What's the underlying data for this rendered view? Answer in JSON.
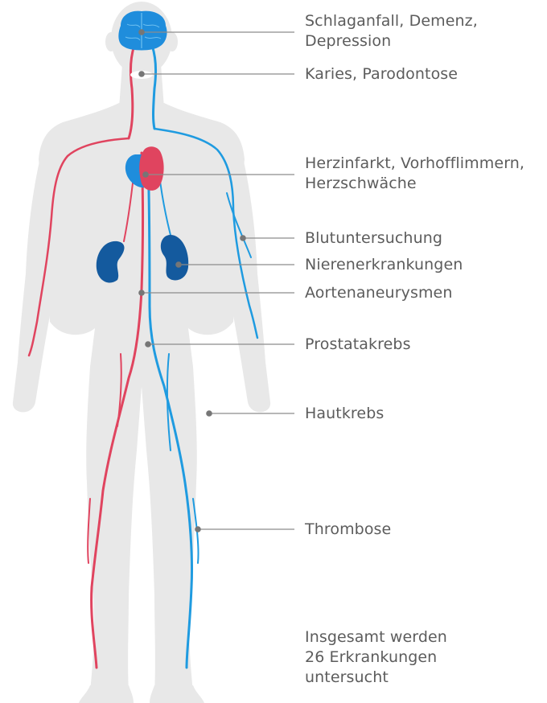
{
  "diagram": {
    "labels": [
      {
        "id": "brain",
        "text": "Schlaganfall, Demenz,\nDepression"
      },
      {
        "id": "teeth",
        "text": "Karies, Parodontose"
      },
      {
        "id": "heart",
        "text": "Herzinfarkt, Vorhofflimmern,\nHerzschwäche"
      },
      {
        "id": "blood",
        "text": "Blutuntersuchung"
      },
      {
        "id": "kidney",
        "text": "Nierenerkrankungen"
      },
      {
        "id": "aorta",
        "text": "Aortenaneurysmen"
      },
      {
        "id": "prostate",
        "text": "Prostatakrebs"
      },
      {
        "id": "skin",
        "text": "Hautkrebs"
      },
      {
        "id": "thrombosis",
        "text": "Thrombose"
      }
    ],
    "summary": "Insgesamt werden\n26 Erkrankungen\nuntersucht"
  },
  "colors": {
    "body": "#e8e8e8",
    "artery": "#e0445f",
    "vein": "#1f9be0",
    "organ_blue": "#1f8ddc",
    "kidney": "#145a9e",
    "leader": "#8c8c8c",
    "text": "#5c5c5c"
  },
  "icons": {
    "body": "human-body-silhouette",
    "brain": "brain-icon",
    "heart": "heart-icon",
    "kidney": "kidney-icon"
  }
}
